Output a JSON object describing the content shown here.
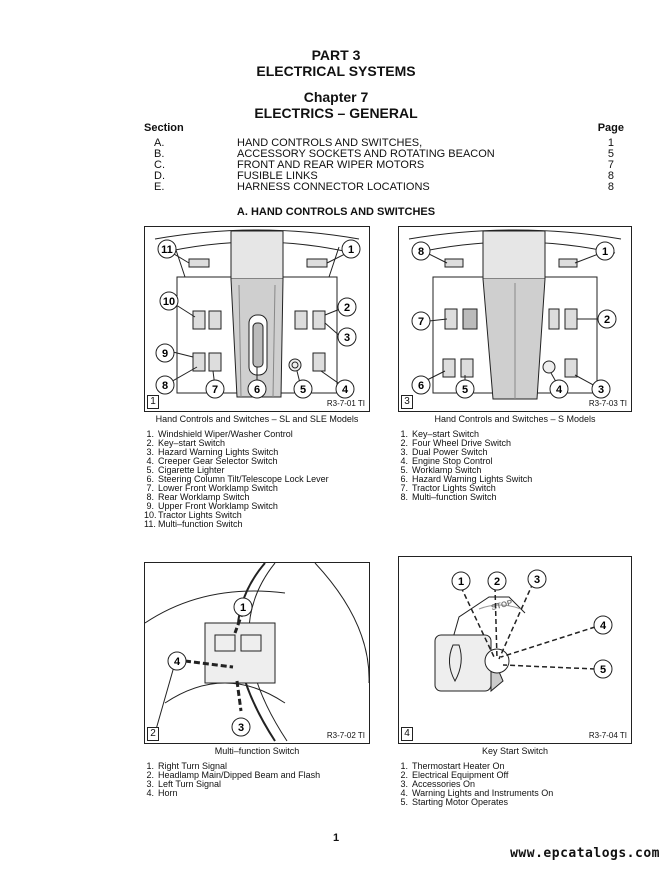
{
  "header": {
    "part": "PART  3",
    "title": "ELECTRICAL SYSTEMS",
    "chapter": "Chapter  7",
    "subtitle": "ELECTRICS – GENERAL"
  },
  "toc": {
    "section_label": "Section",
    "page_label": "Page",
    "rows": [
      {
        "letter": "A.",
        "title": "HAND CONTROLS AND SWITCHES,",
        "page": "1"
      },
      {
        "letter": "B.",
        "title": "ACCESSORY SOCKETS AND ROTATING BEACON",
        "page": "5"
      },
      {
        "letter": "C.",
        "title": "FRONT AND REAR WIPER MOTORS",
        "page": "7"
      },
      {
        "letter": "D.",
        "title": "FUSIBLE LINKS",
        "page": "8"
      },
      {
        "letter": "E.",
        "title": "HARNESS CONNECTOR LOCATIONS",
        "page": "8"
      }
    ]
  },
  "section_heading": "A.    HAND CONTROLS AND SWITCHES",
  "figures": [
    {
      "num": "1",
      "ref": "R3-7-01 TI",
      "caption": "Hand Controls and Switches – SL and SLE Models",
      "callouts": [
        "11",
        "1",
        "10",
        "2",
        "3",
        "9",
        "8",
        "7",
        "6",
        "5",
        "4"
      ],
      "items": [
        {
          "n": "1.",
          "t": "Windshield Wiper/Washer Control"
        },
        {
          "n": "2.",
          "t": "Key–start Switch"
        },
        {
          "n": "3.",
          "t": "Hazard Warning Lights Switch"
        },
        {
          "n": "4.",
          "t": "Creeper Gear Selector Switch"
        },
        {
          "n": "5.",
          "t": "Cigarette Lighter"
        },
        {
          "n": "6.",
          "t": "Steering Column Tilt/Telescope Lock Lever"
        },
        {
          "n": "7.",
          "t": "Lower Front Worklamp Switch"
        },
        {
          "n": "8.",
          "t": "Rear Worklamp Switch"
        },
        {
          "n": "9.",
          "t": "Upper Front Worklamp Switch"
        },
        {
          "n": "10.",
          "t": "Tractor Lights Switch"
        },
        {
          "n": "11.",
          "t": "Multi–function Switch"
        }
      ]
    },
    {
      "num": "3",
      "ref": "R3-7-03 TI",
      "caption": "Hand Controls and Switches – S Models",
      "callouts": [
        "8",
        "1",
        "7",
        "2",
        "6",
        "5",
        "4",
        "3"
      ],
      "items": [
        {
          "n": "1.",
          "t": "Key–start Switch"
        },
        {
          "n": "2.",
          "t": "Four Wheel Drive Switch"
        },
        {
          "n": "3.",
          "t": "Dual Power Switch"
        },
        {
          "n": "4.",
          "t": "Engine Stop Control"
        },
        {
          "n": "5.",
          "t": "Worklamp Switch"
        },
        {
          "n": "6.",
          "t": "Hazard Warning Lights Switch"
        },
        {
          "n": "7.",
          "t": "Tractor Lights Switch"
        },
        {
          "n": "8.",
          "t": "Multi–function Switch"
        }
      ]
    },
    {
      "num": "2",
      "ref": "R3-7-02 TI",
      "caption": "Multi–function Switch",
      "callouts": [
        "1",
        "4",
        "3"
      ],
      "items": [
        {
          "n": "1.",
          "t": "Right Turn Signal"
        },
        {
          "n": "2.",
          "t": "Headlamp Main/Dipped Beam and Flash"
        },
        {
          "n": "3.",
          "t": "Left Turn Signal"
        },
        {
          "n": "4.",
          "t": "Horn"
        }
      ]
    },
    {
      "num": "4",
      "ref": "R3-7-04 TI",
      "caption": "Key Start Switch",
      "callouts": [
        "1",
        "2",
        "3",
        "4",
        "5"
      ],
      "stop_label": "STOP",
      "items": [
        {
          "n": "1.",
          "t": "Thermostart Heater On"
        },
        {
          "n": "2.",
          "t": "Electrical Equipment Off"
        },
        {
          "n": "3.",
          "t": "Accessories On"
        },
        {
          "n": "4.",
          "t": "Warning Lights and Instruments On"
        },
        {
          "n": "5.",
          "t": "Starting Motor Operates"
        }
      ]
    }
  ],
  "page_number": "1",
  "watermark": "www.epcatalogs.com"
}
